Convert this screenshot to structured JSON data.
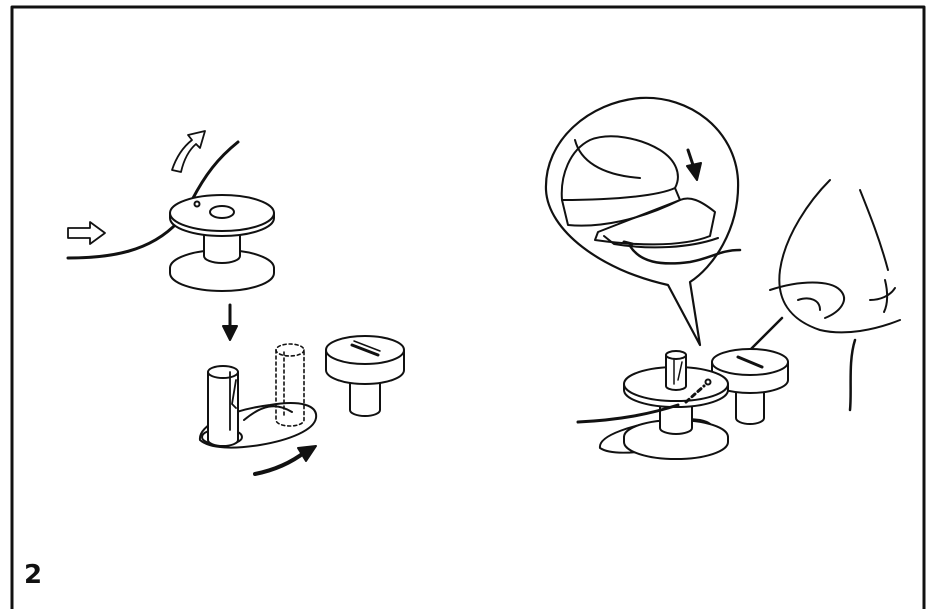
{
  "figure": {
    "step_number": "2",
    "ink_color": "#111111",
    "background": "#ffffff",
    "panels": [
      {
        "name": "bobbin-winding-setup",
        "elements": [
          "bobbin",
          "thread",
          "hollow-arrow-right",
          "hollow-arrow-curved",
          "down-arrow",
          "winder-spindle",
          "winder-stopper",
          "motion-arrow"
        ]
      },
      {
        "name": "winding-with-foot-control",
        "elements": [
          "magnifier-callout",
          "foot",
          "foot-pedal",
          "down-arrow",
          "hand-holding-thread",
          "bobbin-on-spindle",
          "stopper"
        ]
      }
    ]
  }
}
